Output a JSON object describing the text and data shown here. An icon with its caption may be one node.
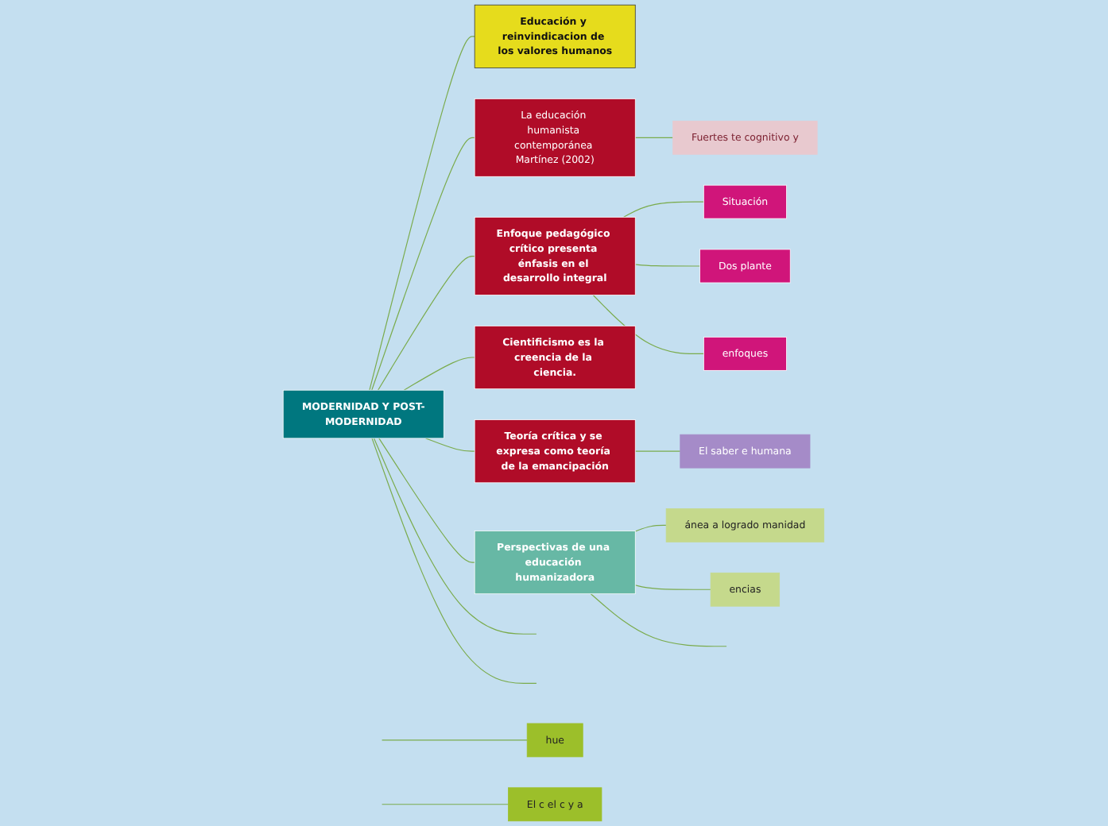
{
  "diagram": {
    "nodes": [
      {
        "text": [
          "MODERNIDAD Y POST-MODERNIDAD"
        ]
      },
      {
        "text": [
          "Educación y reinvindicacion de los valores humanos"
        ]
      },
      {
        "text": [
          "La educación humanista contemporánea Martínez (2002)"
        ]
      },
      {
        "text": [
          "Fuertes te cognitivo y"
        ]
      },
      {
        "text": [
          "Enfoque pedagógico crítico presenta énfasis en el desarrollo integral"
        ]
      },
      {
        "text": [
          "Situación"
        ]
      },
      {
        "text": [
          "Dos plante"
        ]
      },
      {
        "text": [
          "enfoques"
        ]
      },
      {
        "text": [
          "Cientificismo es la creencia de la ciencia."
        ]
      },
      {
        "text": [
          "Teoría crítica y se expresa como teoría de la emancipación"
        ]
      },
      {
        "text": [
          "El saber e humana"
        ]
      },
      {
        "text": [
          "Perspectivas de una educación humanizadora"
        ]
      },
      {
        "text": [
          "ánea a logrado manidad"
        ]
      },
      {
        "text": [
          "encias"
        ]
      },
      {
        "text": [
          "hue"
        ]
      },
      {
        "text": [
          "El c el c y a"
        ]
      }
    ],
    "edges": [
      {
        "from": 0,
        "to": 1,
        "arrow": "none"
      },
      {
        "from": 0,
        "to": 2,
        "arrow": "none"
      },
      {
        "from": 2,
        "to": 3,
        "arrow": "none"
      },
      {
        "from": 0,
        "to": 4,
        "arrow": "none"
      },
      {
        "from": 4,
        "to": 5,
        "arrow": "none"
      },
      {
        "from": 4,
        "to": 6,
        "arrow": "none"
      },
      {
        "from": 4,
        "to": 7,
        "arrow": "none"
      },
      {
        "from": 0,
        "to": 8,
        "arrow": "none"
      },
      {
        "from": 0,
        "to": 9,
        "arrow": "none"
      },
      {
        "from": 9,
        "to": 10,
        "arrow": "none"
      },
      {
        "from": 0,
        "to": 11,
        "arrow": "none"
      },
      {
        "from": 11,
        "to": 12,
        "arrow": "none"
      },
      {
        "from": 11,
        "to": 13,
        "arrow": "none"
      },
      {
        "from": 11,
        "to": null,
        "arrow": "none"
      },
      {
        "from": 0,
        "to": null,
        "arrow": "none"
      },
      {
        "from": 0,
        "to": null,
        "arrow": "none"
      },
      {
        "from": null,
        "to": 14,
        "arrow": "none"
      },
      {
        "from": null,
        "to": 15,
        "arrow": "none"
      }
    ]
  }
}
